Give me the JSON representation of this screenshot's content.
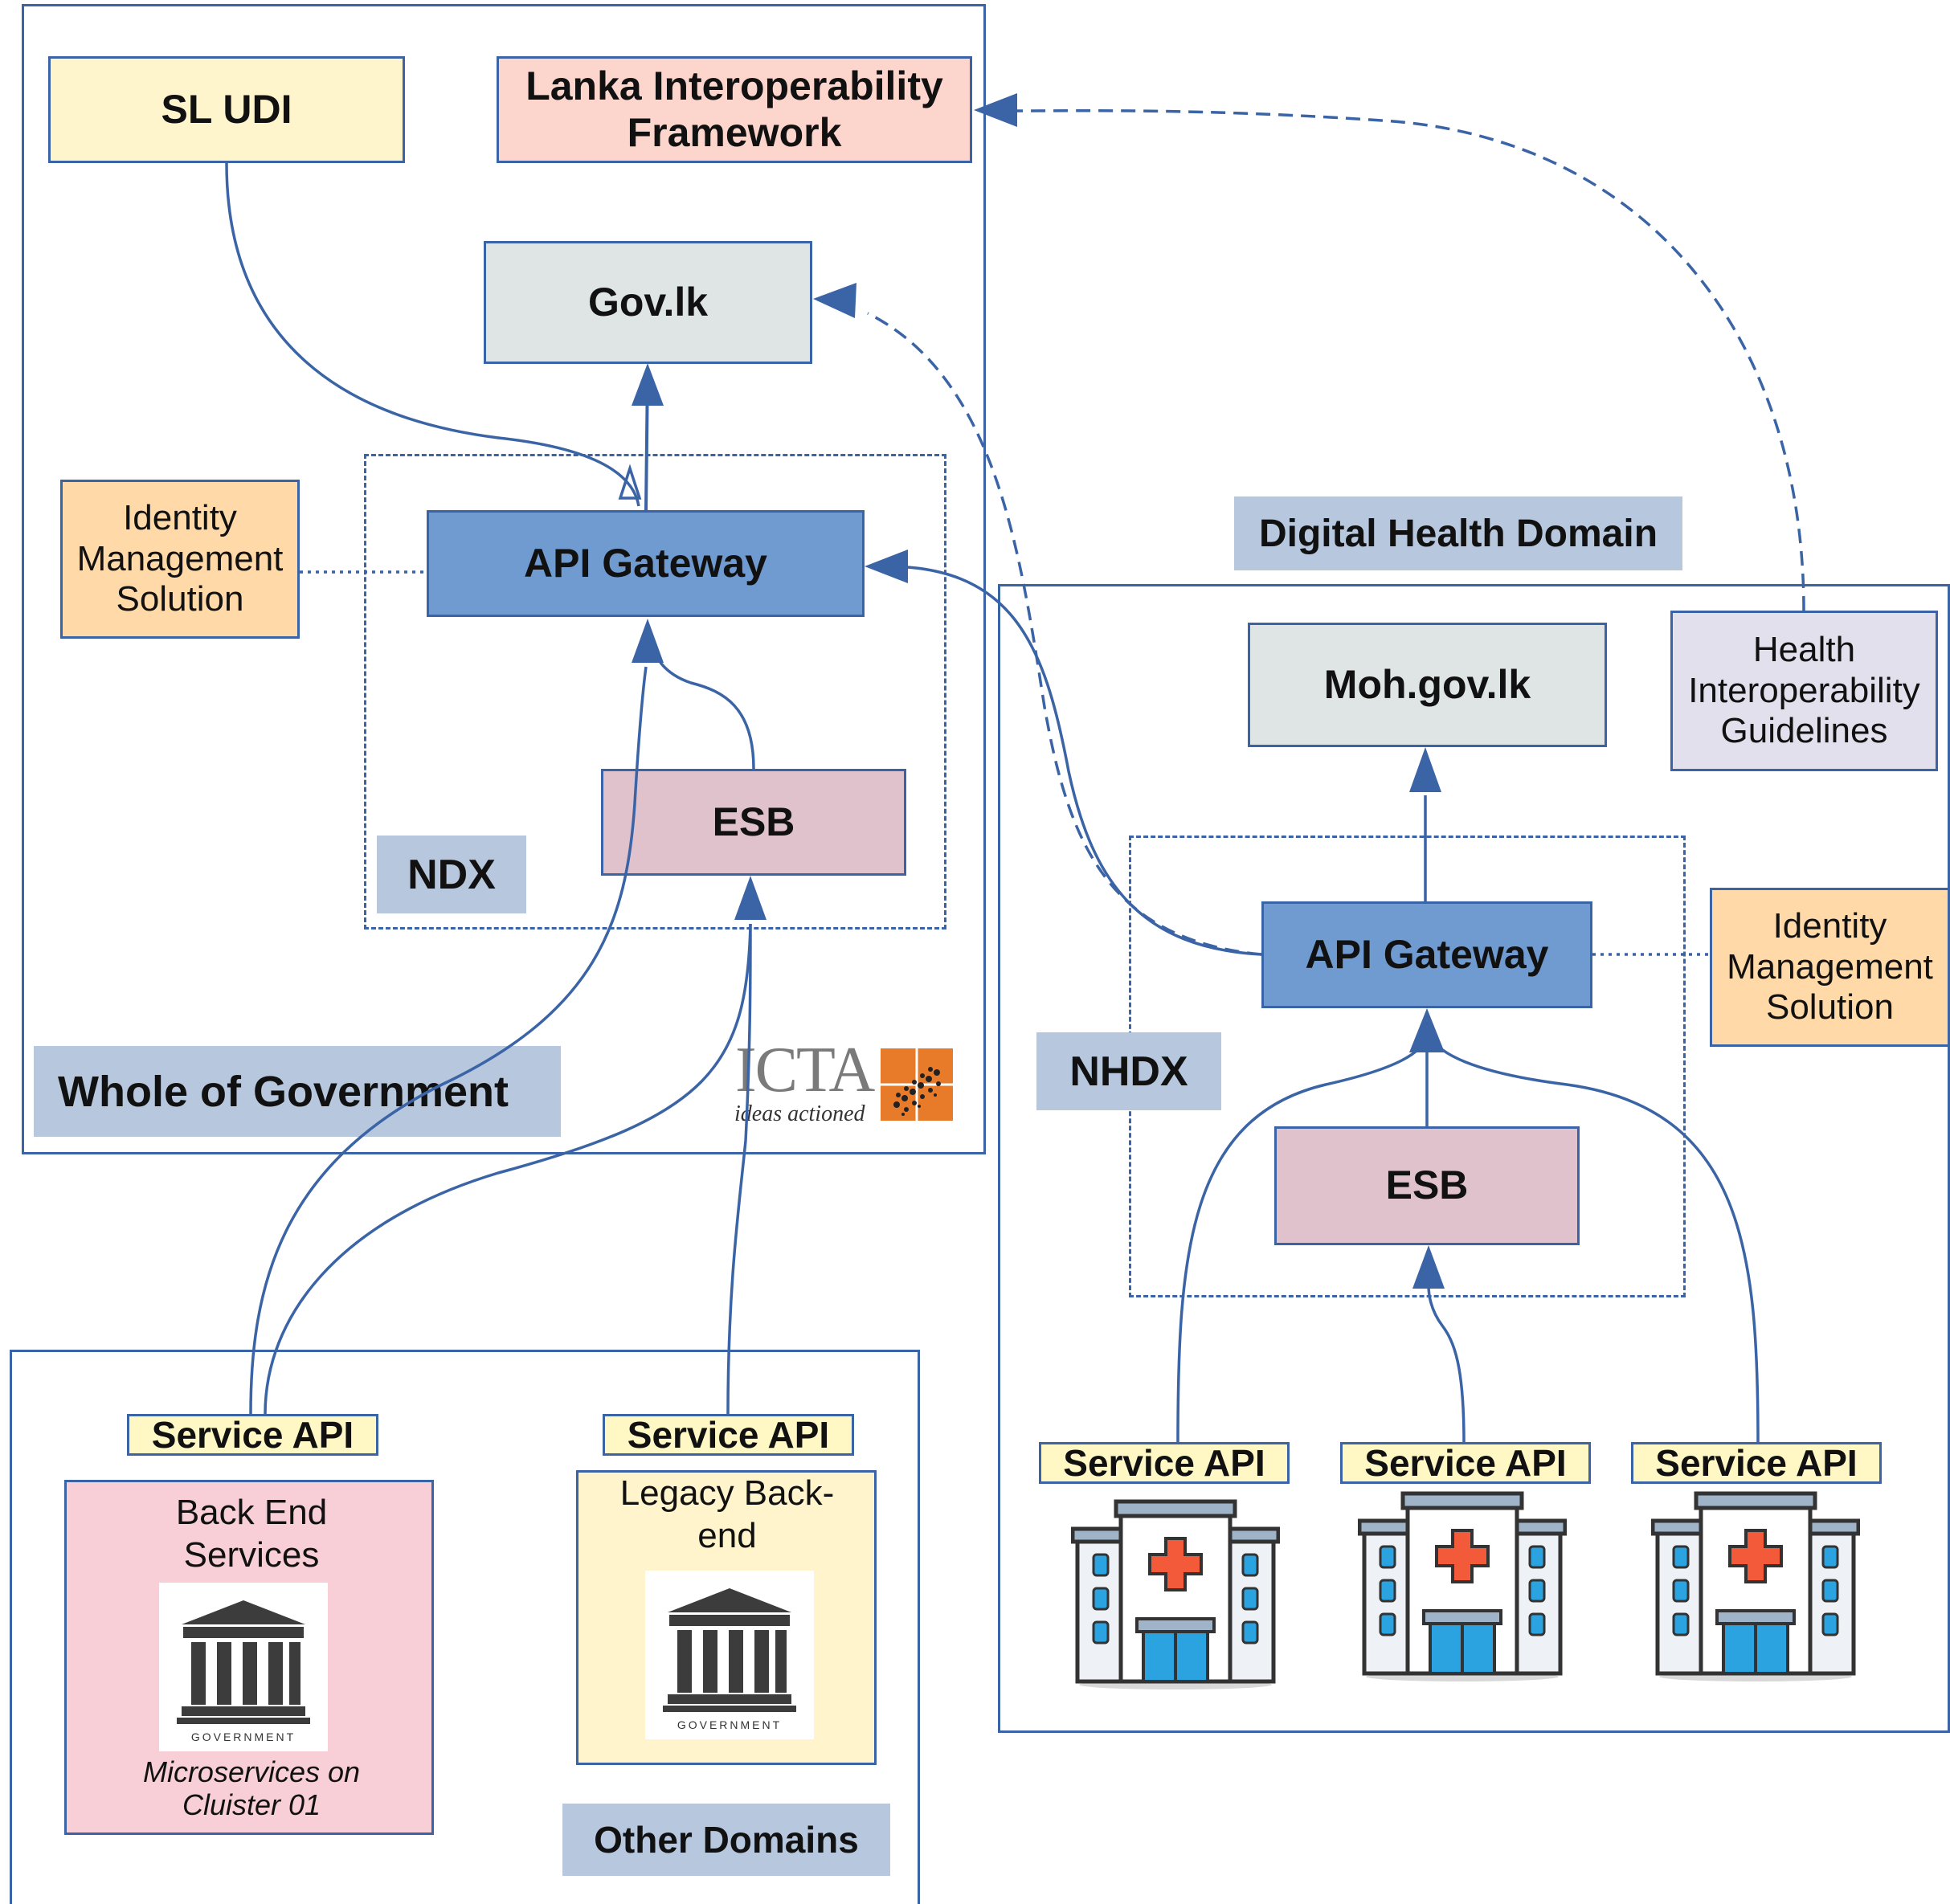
{
  "wog": {
    "sl_udi": "SL UDI",
    "lif": "Lanka Interoperability Framework",
    "govlk": "Gov.lk",
    "idm": "Identity Management Solution",
    "api_gateway": "API Gateway",
    "esb": "ESB",
    "ndx": "NDX",
    "label": "Whole of Government",
    "logo_text": "ICTA",
    "logo_tagline": "ideas actioned"
  },
  "other": {
    "service_api_1": "Service API",
    "service_api_2": "Service API",
    "backend_title": "Back End Services",
    "backend_caption": "Microservices on Cluister 01",
    "legacy_title": "Legacy Back-end",
    "gov_icon_label_1": "GOVERNMENT",
    "gov_icon_label_2": "GOVERNMENT",
    "label": "Other Domains"
  },
  "health": {
    "domain_label": "Digital Health Domain",
    "mohgovlk": "Moh.gov.lk",
    "guidelines": "Health Interoperability Guidelines",
    "api_gateway": "API Gateway",
    "idm": "Identity Management Solution",
    "nhdx": "NHDX",
    "esb": "ESB",
    "service_api_1": "Service API",
    "service_api_2": "Service API",
    "service_api_3": "Service API"
  },
  "colors": {
    "border": "#3a64a5",
    "api_gateway": "#6f9bd1",
    "govlk": "#dfe4e4",
    "sl_udi": "#fff5cc",
    "lif": "#fcd5cc",
    "idm": "#ffd9a8",
    "esb": "#e0c2cc",
    "label_bg": "#b6c7de",
    "backend": "#f8cfd6",
    "legacy": "#fff4cc",
    "guidelines": "#e2e0ec",
    "icta_orange": "#e87b2a"
  }
}
